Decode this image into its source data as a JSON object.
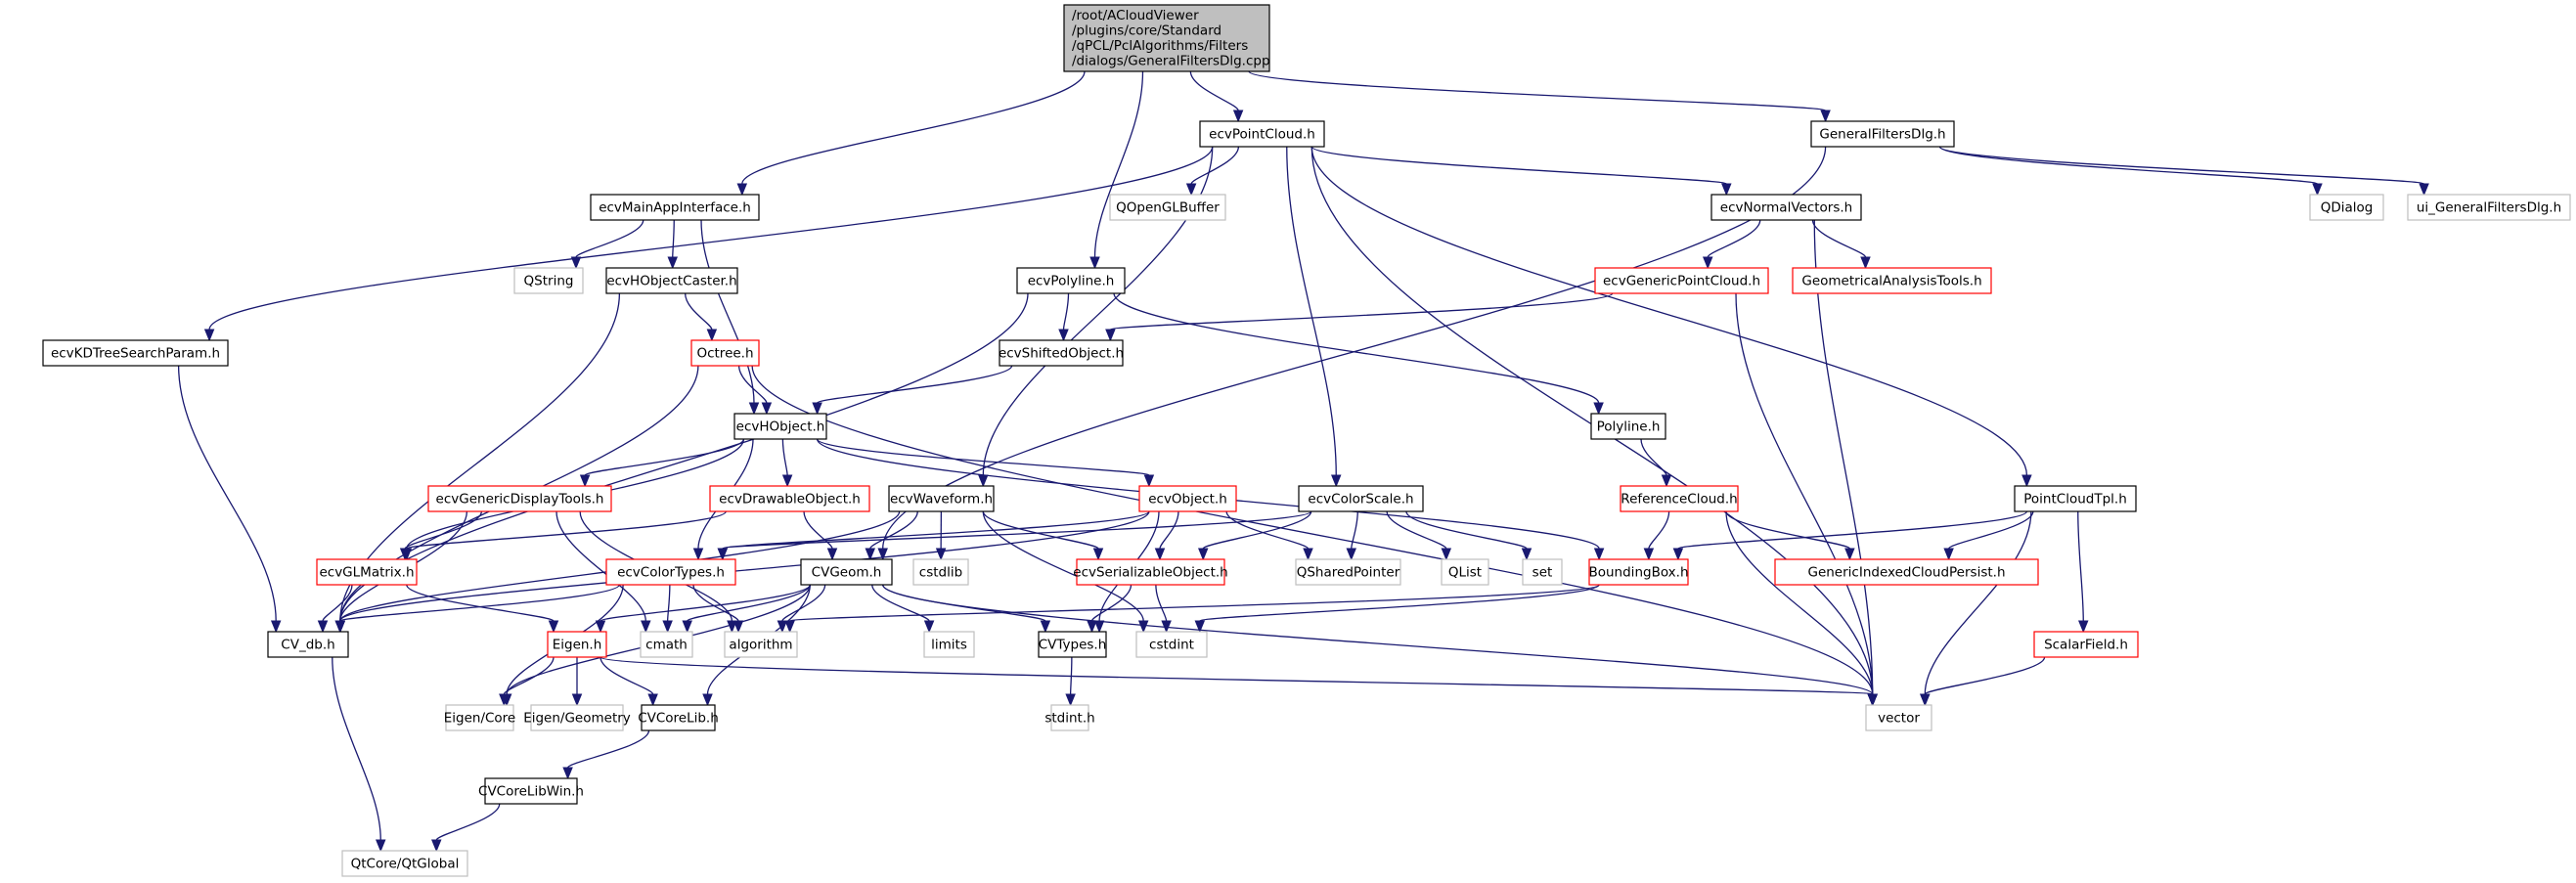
{
  "title": "Include dependency graph for GeneralFiltersDlg.cpp",
  "colors": {
    "edge": "#191970",
    "normal_border": "#000000",
    "missing_border": "#ff0000",
    "external_border": "#bfbfbf",
    "root_fill": "#bfbfbf"
  },
  "nodes": [
    {
      "id": "root",
      "kind": "root",
      "lines": [
        "/root/ACloudViewer",
        "/plugins/core/Standard",
        "/qPCL/PclAlgorithms/Filters",
        "/dialogs/GeneralFiltersDlg.cpp"
      ]
    },
    {
      "id": "ecvPointCloud",
      "kind": "normal",
      "lines": [
        "ecvPointCloud.h"
      ]
    },
    {
      "id": "GeneralFiltersDlgH",
      "kind": "normal",
      "lines": [
        "GeneralFiltersDlg.h"
      ]
    },
    {
      "id": "ecvMainAppInterface",
      "kind": "normal",
      "lines": [
        "ecvMainAppInterface.h"
      ]
    },
    {
      "id": "QOpenGLBuffer",
      "kind": "external",
      "lines": [
        "QOpenGLBuffer"
      ]
    },
    {
      "id": "ecvNormalVectors",
      "kind": "normal",
      "lines": [
        "ecvNormalVectors.h"
      ]
    },
    {
      "id": "QDialog",
      "kind": "external",
      "lines": [
        "QDialog"
      ]
    },
    {
      "id": "ui_GeneralFiltersDlg",
      "kind": "external",
      "lines": [
        "ui_GeneralFiltersDlg.h"
      ]
    },
    {
      "id": "QString",
      "kind": "external",
      "lines": [
        "QString"
      ]
    },
    {
      "id": "ecvHObjectCaster",
      "kind": "normal",
      "lines": [
        "ecvHObjectCaster.h"
      ]
    },
    {
      "id": "ecvPolyline",
      "kind": "normal",
      "lines": [
        "ecvPolyline.h"
      ]
    },
    {
      "id": "ecvGenericPointCloud",
      "kind": "missing",
      "lines": [
        "ecvGenericPointCloud.h"
      ]
    },
    {
      "id": "GeometricalAnalysisTools",
      "kind": "missing",
      "lines": [
        "GeometricalAnalysisTools.h"
      ]
    },
    {
      "id": "ecvKDTreeSearchParam",
      "kind": "normal",
      "lines": [
        "ecvKDTreeSearchParam.h"
      ]
    },
    {
      "id": "Octree",
      "kind": "missing",
      "lines": [
        "Octree.h"
      ]
    },
    {
      "id": "ecvShiftedObject",
      "kind": "normal",
      "lines": [
        "ecvShiftedObject.h"
      ]
    },
    {
      "id": "ecvHObject",
      "kind": "normal",
      "lines": [
        "ecvHObject.h"
      ]
    },
    {
      "id": "Polyline",
      "kind": "normal",
      "lines": [
        "Polyline.h"
      ]
    },
    {
      "id": "ecvGenericDisplayTools",
      "kind": "missing",
      "lines": [
        "ecvGenericDisplayTools.h"
      ]
    },
    {
      "id": "ecvDrawableObject",
      "kind": "missing",
      "lines": [
        "ecvDrawableObject.h"
      ]
    },
    {
      "id": "ecvWaveform",
      "kind": "normal",
      "lines": [
        "ecvWaveform.h"
      ]
    },
    {
      "id": "ecvObject",
      "kind": "missing",
      "lines": [
        "ecvObject.h"
      ]
    },
    {
      "id": "ecvColorScale",
      "kind": "normal",
      "lines": [
        "ecvColorScale.h"
      ]
    },
    {
      "id": "ReferenceCloud",
      "kind": "missing",
      "lines": [
        "ReferenceCloud.h"
      ]
    },
    {
      "id": "PointCloudTpl",
      "kind": "normal",
      "lines": [
        "PointCloudTpl.h"
      ]
    },
    {
      "id": "ecvGLMatrix",
      "kind": "missing",
      "lines": [
        "ecvGLMatrix.h"
      ]
    },
    {
      "id": "ecvColorTypes",
      "kind": "missing",
      "lines": [
        "ecvColorTypes.h"
      ]
    },
    {
      "id": "CVGeom",
      "kind": "normal",
      "lines": [
        "CVGeom.h"
      ]
    },
    {
      "id": "cstdlib",
      "kind": "external",
      "lines": [
        "cstdlib"
      ]
    },
    {
      "id": "ecvSerializableObject",
      "kind": "missing",
      "lines": [
        "ecvSerializableObject.h"
      ]
    },
    {
      "id": "QSharedPointer",
      "kind": "external",
      "lines": [
        "QSharedPointer"
      ]
    },
    {
      "id": "QList",
      "kind": "external",
      "lines": [
        "QList"
      ]
    },
    {
      "id": "set",
      "kind": "external",
      "lines": [
        "set"
      ]
    },
    {
      "id": "BoundingBox",
      "kind": "missing",
      "lines": [
        "BoundingBox.h"
      ]
    },
    {
      "id": "GenericIndexedCloudPersist",
      "kind": "missing",
      "lines": [
        "GenericIndexedCloudPersist.h"
      ]
    },
    {
      "id": "CV_db",
      "kind": "normal",
      "lines": [
        "CV_db.h"
      ]
    },
    {
      "id": "Eigen",
      "kind": "missing",
      "lines": [
        "Eigen.h"
      ]
    },
    {
      "id": "cmath",
      "kind": "external",
      "lines": [
        "cmath"
      ]
    },
    {
      "id": "algorithm",
      "kind": "external",
      "lines": [
        "algorithm"
      ]
    },
    {
      "id": "limits",
      "kind": "external",
      "lines": [
        "limits"
      ]
    },
    {
      "id": "CVTypes",
      "kind": "normal",
      "lines": [
        "CVTypes.h"
      ]
    },
    {
      "id": "cstdint",
      "kind": "external",
      "lines": [
        "cstdint"
      ]
    },
    {
      "id": "ScalarField",
      "kind": "missing",
      "lines": [
        "ScalarField.h"
      ]
    },
    {
      "id": "EigenCore",
      "kind": "external",
      "lines": [
        "Eigen/Core"
      ]
    },
    {
      "id": "EigenGeometry",
      "kind": "external",
      "lines": [
        "Eigen/Geometry"
      ]
    },
    {
      "id": "CVCoreLib",
      "kind": "normal",
      "lines": [
        "CVCoreLib.h"
      ]
    },
    {
      "id": "stdint",
      "kind": "external",
      "lines": [
        "stdint.h"
      ]
    },
    {
      "id": "vector",
      "kind": "external",
      "lines": [
        "vector"
      ]
    },
    {
      "id": "CVCoreLibWin",
      "kind": "normal",
      "lines": [
        "CVCoreLibWin.h"
      ]
    },
    {
      "id": "QtGlobal",
      "kind": "external",
      "lines": [
        "QtCore/QtGlobal"
      ]
    }
  ],
  "edges": [
    [
      "root",
      "ecvPointCloud"
    ],
    [
      "root",
      "GeneralFiltersDlgH"
    ],
    [
      "root",
      "ecvMainAppInterface"
    ],
    [
      "root",
      "ecvPolyline"
    ],
    [
      "ecvPointCloud",
      "QOpenGLBuffer"
    ],
    [
      "ecvPointCloud",
      "ecvNormalVectors"
    ],
    [
      "ecvPointCloud",
      "ecvKDTreeSearchParam"
    ],
    [
      "ecvPointCloud",
      "ecvWaveform"
    ],
    [
      "ecvPointCloud",
      "ecvColorScale"
    ],
    [
      "ecvPointCloud",
      "PointCloudTpl"
    ],
    [
      "ecvPointCloud",
      "vector"
    ],
    [
      "GeneralFiltersDlgH",
      "QDialog"
    ],
    [
      "GeneralFiltersDlgH",
      "ui_GeneralFiltersDlg"
    ],
    [
      "GeneralFiltersDlgH",
      "CVGeom"
    ],
    [
      "ecvMainAppInterface",
      "QString"
    ],
    [
      "ecvMainAppInterface",
      "ecvHObjectCaster"
    ],
    [
      "ecvMainAppInterface",
      "ecvHObject"
    ],
    [
      "ecvHObjectCaster",
      "Octree"
    ],
    [
      "ecvHObjectCaster",
      "CV_db"
    ],
    [
      "ecvNormalVectors",
      "ecvGenericPointCloud"
    ],
    [
      "ecvNormalVectors",
      "GeometricalAnalysisTools"
    ],
    [
      "ecvNormalVectors",
      "vector"
    ],
    [
      "ecvPolyline",
      "ecvShiftedObject"
    ],
    [
      "ecvPolyline",
      "Polyline"
    ],
    [
      "ecvPolyline",
      "CV_db"
    ],
    [
      "ecvGenericPointCloud",
      "ecvShiftedObject"
    ],
    [
      "ecvGenericPointCloud",
      "vector"
    ],
    [
      "ecvKDTreeSearchParam",
      "CV_db"
    ],
    [
      "Octree",
      "ecvHObject"
    ],
    [
      "Octree",
      "CV_db"
    ],
    [
      "Octree",
      "vector"
    ],
    [
      "ecvShiftedObject",
      "ecvHObject"
    ],
    [
      "ecvHObject",
      "ecvGenericDisplayTools"
    ],
    [
      "ecvHObject",
      "ecvDrawableObject"
    ],
    [
      "ecvHObject",
      "ecvObject"
    ],
    [
      "ecvHObject",
      "ecvGLMatrix"
    ],
    [
      "ecvHObject",
      "ecvColorTypes"
    ],
    [
      "ecvHObject",
      "BoundingBox"
    ],
    [
      "Polyline",
      "ReferenceCloud"
    ],
    [
      "ecvGenericDisplayTools",
      "ecvGLMatrix"
    ],
    [
      "ecvGenericDisplayTools",
      "CV_db"
    ],
    [
      "ecvGenericDisplayTools",
      "cmath"
    ],
    [
      "ecvGenericDisplayTools",
      "algorithm"
    ],
    [
      "ecvDrawableObject",
      "ecvGLMatrix"
    ],
    [
      "ecvDrawableObject",
      "CVGeom"
    ],
    [
      "ecvWaveform",
      "CVGeom"
    ],
    [
      "ecvWaveform",
      "cstdlib"
    ],
    [
      "ecvWaveform",
      "ecvSerializableObject"
    ],
    [
      "ecvWaveform",
      "cstdint"
    ],
    [
      "ecvWaveform",
      "CV_db"
    ],
    [
      "ecvObject",
      "ecvSerializableObject"
    ],
    [
      "ecvObject",
      "QSharedPointer"
    ],
    [
      "ecvObject",
      "CVTypes"
    ],
    [
      "ecvObject",
      "ecvColorTypes"
    ],
    [
      "ecvObject",
      "CV_db"
    ],
    [
      "ecvColorScale",
      "ecvSerializableObject"
    ],
    [
      "ecvColorScale",
      "QSharedPointer"
    ],
    [
      "ecvColorScale",
      "QList"
    ],
    [
      "ecvColorScale",
      "set"
    ],
    [
      "ecvColorScale",
      "ecvColorTypes"
    ],
    [
      "ReferenceCloud",
      "BoundingBox"
    ],
    [
      "ReferenceCloud",
      "GenericIndexedCloudPersist"
    ],
    [
      "ReferenceCloud",
      "vector"
    ],
    [
      "PointCloudTpl",
      "BoundingBox"
    ],
    [
      "PointCloudTpl",
      "GenericIndexedCloudPersist"
    ],
    [
      "PointCloudTpl",
      "ScalarField"
    ],
    [
      "PointCloudTpl",
      "vector"
    ],
    [
      "ecvGLMatrix",
      "CV_db"
    ],
    [
      "ecvGLMatrix",
      "Eigen"
    ],
    [
      "ecvColorTypes",
      "CV_db"
    ],
    [
      "ecvColorTypes",
      "cmath"
    ],
    [
      "ecvColorTypes",
      "algorithm"
    ],
    [
      "ecvColorTypes",
      "EigenCore"
    ],
    [
      "CVGeom",
      "Eigen"
    ],
    [
      "CVGeom",
      "cmath"
    ],
    [
      "CVGeom",
      "algorithm"
    ],
    [
      "CVGeom",
      "limits"
    ],
    [
      "CVGeom",
      "CVTypes"
    ],
    [
      "CVGeom",
      "CVCoreLib"
    ],
    [
      "CVGeom",
      "EigenCore"
    ],
    [
      "CVGeom",
      "vector"
    ],
    [
      "ecvSerializableObject",
      "CVTypes"
    ],
    [
      "ecvSerializableObject",
      "cstdint"
    ],
    [
      "BoundingBox",
      "algorithm"
    ],
    [
      "BoundingBox",
      "cstdint"
    ],
    [
      "ScalarField",
      "vector"
    ],
    [
      "CV_db",
      "QtGlobal"
    ],
    [
      "Eigen",
      "EigenCore"
    ],
    [
      "Eigen",
      "EigenGeometry"
    ],
    [
      "Eigen",
      "CVCoreLib"
    ],
    [
      "Eigen",
      "vector"
    ],
    [
      "CVTypes",
      "stdint"
    ],
    [
      "CVCoreLib",
      "CVCoreLibWin"
    ],
    [
      "CVCoreLibWin",
      "QtGlobal"
    ]
  ]
}
